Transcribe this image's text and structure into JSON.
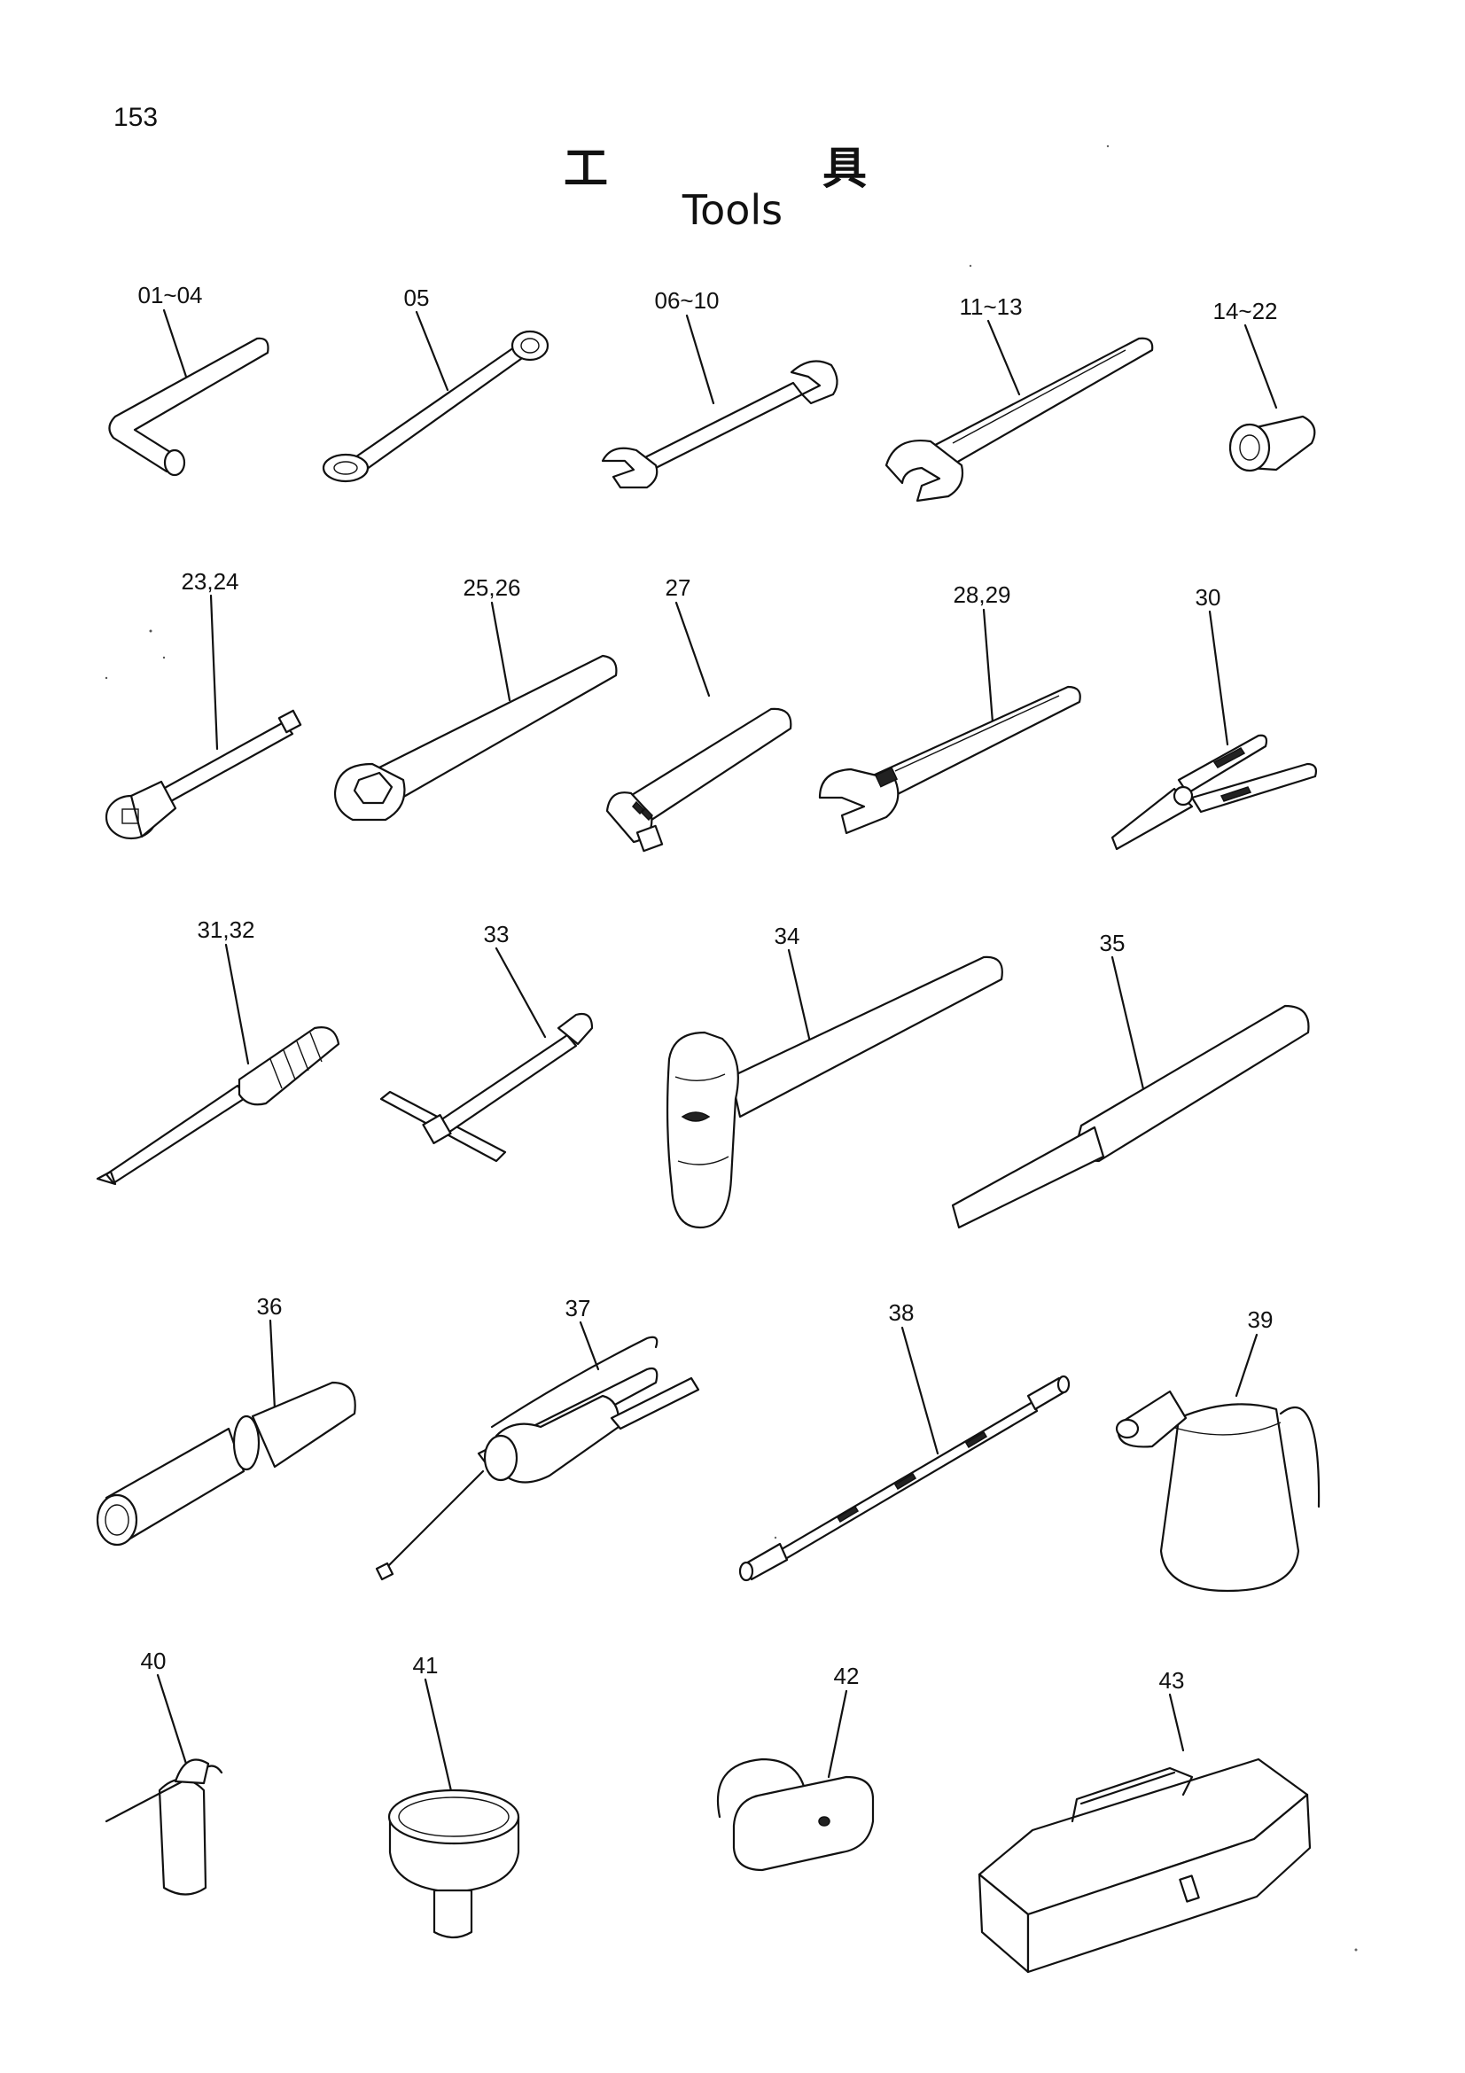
{
  "page_number": "153",
  "title_jp": [
    "工",
    "具"
  ],
  "title_en": "Tools",
  "items": [
    {
      "label": "01~04",
      "icon": "hex-key-icon"
    },
    {
      "label": "05",
      "icon": "box-end-wrench-icon"
    },
    {
      "label": "06~10",
      "icon": "open-end-wrench-icon"
    },
    {
      "label": "11~13",
      "icon": "large-open-wrench-icon"
    },
    {
      "label": "14~22",
      "icon": "socket-icon"
    },
    {
      "label": "23,24",
      "icon": "extension-bar-icon"
    },
    {
      "label": "25,26",
      "icon": "ratchet-handle-icon"
    },
    {
      "label": "27",
      "icon": "socket-handle-icon"
    },
    {
      "label": "28,29",
      "icon": "adjustable-wrench-icon"
    },
    {
      "label": "30",
      "icon": "pliers-icon"
    },
    {
      "label": "31,32",
      "icon": "screwdriver-icon"
    },
    {
      "label": "33",
      "icon": "t-handle-wrench-icon"
    },
    {
      "label": "34",
      "icon": "ball-peen-hammer-icon"
    },
    {
      "label": "35",
      "icon": "chisel-icon"
    },
    {
      "label": "36",
      "icon": "pipe-extension-icon"
    },
    {
      "label": "37",
      "icon": "grease-gun-icon"
    },
    {
      "label": "38",
      "icon": "grease-hose-icon"
    },
    {
      "label": "39",
      "icon": "oil-can-icon"
    },
    {
      "label": "40",
      "icon": "oiler-icon"
    },
    {
      "label": "41",
      "icon": "funnel-icon"
    },
    {
      "label": "42",
      "icon": "padlock-icon"
    },
    {
      "label": "43",
      "icon": "tool-box-icon"
    }
  ]
}
